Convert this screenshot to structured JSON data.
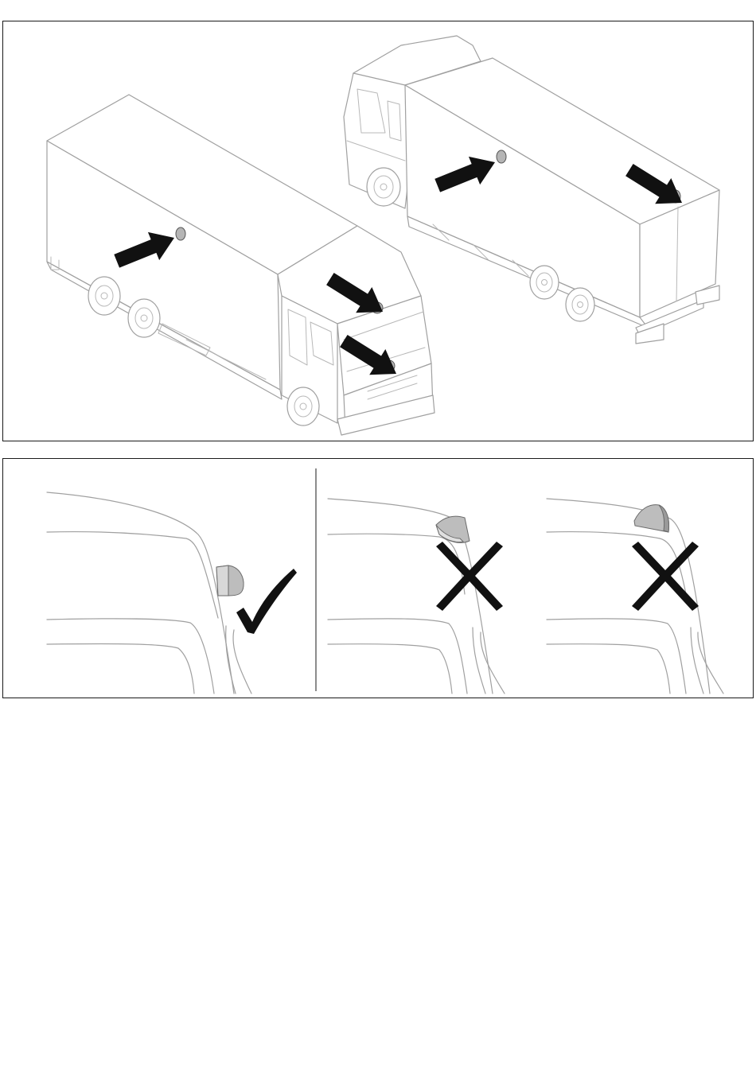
{
  "colors": {
    "frame": "#1a1a1a",
    "line_art": "#a0a0a0",
    "arrow": "#111111",
    "sensor_fill": "#b5b5b5",
    "camera_fill": "#bdbdbd",
    "mark": "#111111"
  },
  "top_panel": {
    "trucks": [
      "front-view-truck",
      "rear-view-truck"
    ],
    "arrows": 5,
    "sensor_markers": 5
  },
  "bottom_panel": {
    "examples": [
      {
        "name": "correct-mounting",
        "mark": "check-icon"
      },
      {
        "name": "incorrect-mounting-1",
        "mark": "cross-icon"
      },
      {
        "name": "incorrect-mounting-2",
        "mark": "cross-icon"
      }
    ]
  }
}
